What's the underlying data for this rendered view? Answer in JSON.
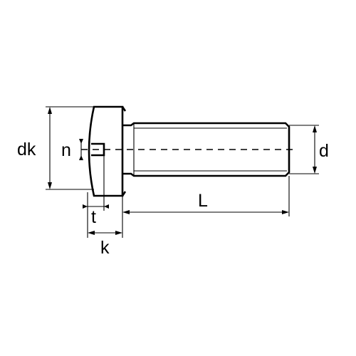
{
  "diagram": {
    "labels": {
      "dk": "dk",
      "n": "n",
      "t": "t",
      "k": "k",
      "L": "L",
      "d": "d"
    }
  }
}
